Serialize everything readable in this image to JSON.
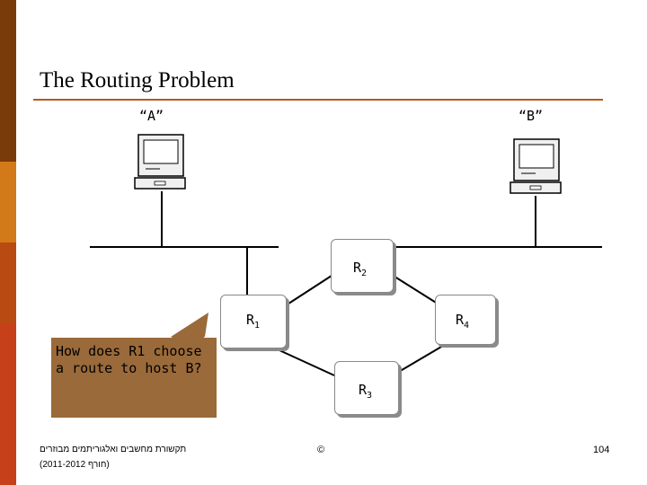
{
  "slide": {
    "title": "The Routing Problem",
    "host_a_label": "“A”",
    "host_b_label": "“B”",
    "routers": {
      "r1": {
        "name": "R",
        "sub": "1"
      },
      "r2": {
        "name": "R",
        "sub": "2"
      },
      "r3": {
        "name": "R",
        "sub": "3"
      },
      "r4": {
        "name": "R",
        "sub": "4"
      }
    },
    "callout": "How does R1 choose a route to host B?"
  },
  "footer": {
    "course_line1": "תקשורת מחשבים ואלגוריתמים מבוזרים",
    "course_line2": "(חורף 2011-2012)",
    "copyright": "©",
    "page_number": "104"
  },
  "colors": {
    "sidebar_top": "#7a3b0a",
    "sidebar_mid": "#d27a1a",
    "sidebar_low": "#b94a12",
    "sidebar_bottom": "#c6401a",
    "accent_rule": "#b85a1a",
    "callout_fill": "#9a6a3a"
  },
  "icons": [
    "computer-icon",
    "computer-icon"
  ]
}
